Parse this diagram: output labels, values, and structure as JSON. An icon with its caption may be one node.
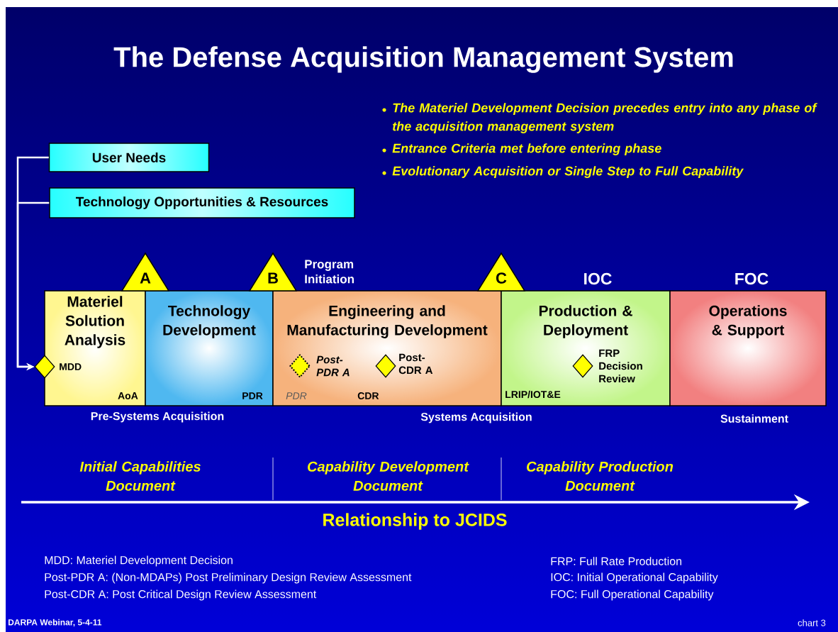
{
  "diagram": {
    "title": "The Defense Acquisition Management System",
    "nodes": [
      {
        "text": [
          "User Needs"
        ]
      },
      {
        "text": [
          "Technology Opportunities & Resources"
        ]
      },
      {
        "text": [
          "Materiel Solution Analysis",
          "AoA"
        ]
      },
      {
        "text": [],
        "shape": "diamond",
        "beside": [
          "MDD"
        ],
        "in": 2
      },
      {
        "text": [
          "Technology Development",
          "PDR"
        ]
      },
      {
        "text": [
          "Engineering and Manufacturing Development",
          "PDR",
          "CDR"
        ]
      },
      {
        "text": [],
        "shape": "diamond",
        "beside": [
          "Post- PDR A"
        ],
        "in": 5
      },
      {
        "text": [],
        "shape": "diamond",
        "beside": [
          "Post- CDR A"
        ],
        "in": 5
      },
      {
        "text": [
          "Production & Deployment",
          "LRIP/IOT&E"
        ]
      },
      {
        "text": [],
        "shape": "diamond",
        "beside": [
          "FRP Decision Review"
        ],
        "in": 8
      },
      {
        "text": [
          "Operations & Support"
        ]
      },
      {
        "text": [
          "A"
        ]
      },
      {
        "text": [
          "B"
        ],
        "beside": [
          "Program Initiation"
        ]
      },
      {
        "text": [
          "C"
        ]
      }
    ],
    "edges": [
      {
        "from": 0,
        "to": 3,
        "arrow": "to"
      },
      {
        "from": 1,
        "to": 3,
        "arrow": "to"
      }
    ],
    "labels": [
      "The Materiel Development Decision precedes entry into any phase of the acquisition management system",
      "Entrance Criteria met before entering phase",
      "Evolutionary Acquisition or Single Step to Full Capability",
      "IOC",
      "FOC",
      "Pre-Systems Acquisition",
      "Systems Acquisition",
      "Sustainment",
      "Initial Capabilities Document",
      "Capability Development Document",
      "Capability Production Document",
      "Relationship to JCIDS",
      "MDD: Materiel Development Decision",
      "Post-PDR A: (Non-MDAPs) Post Preliminary Design Review Assessment",
      "Post-CDR A:  Post Critical Design Review Assessment",
      "FRP:  Full Rate Production",
      "IOC: Initial Operational Capability",
      "FOC: Full Operational Capability",
      "DARPA Webinar, 5-4-11",
      "chart 3"
    ]
  }
}
